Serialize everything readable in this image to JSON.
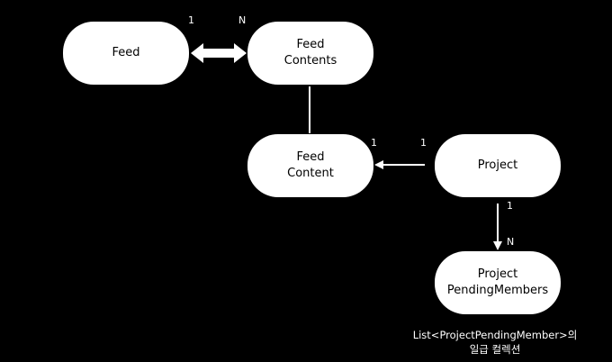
{
  "nodes": {
    "feed": "Feed",
    "feed_contents": "Feed\nContents",
    "feed_content": "Feed\nContent",
    "project": "Project",
    "project_pending_members": "Project\nPendingMembers"
  },
  "multiplicities": {
    "feed_to_contents_feed_side": "1",
    "feed_to_contents_contents_side": "N",
    "project_to_content_content_side": "1",
    "project_to_content_project_side": "1",
    "project_to_members_project_side": "1",
    "project_to_members_members_side": "N"
  },
  "caption": "List<ProjectPendingMember>의\n일급 컬렉션",
  "colors": {
    "background": "#000000",
    "node_fill": "#ffffff",
    "node_text": "#000000",
    "connector": "#ffffff"
  }
}
